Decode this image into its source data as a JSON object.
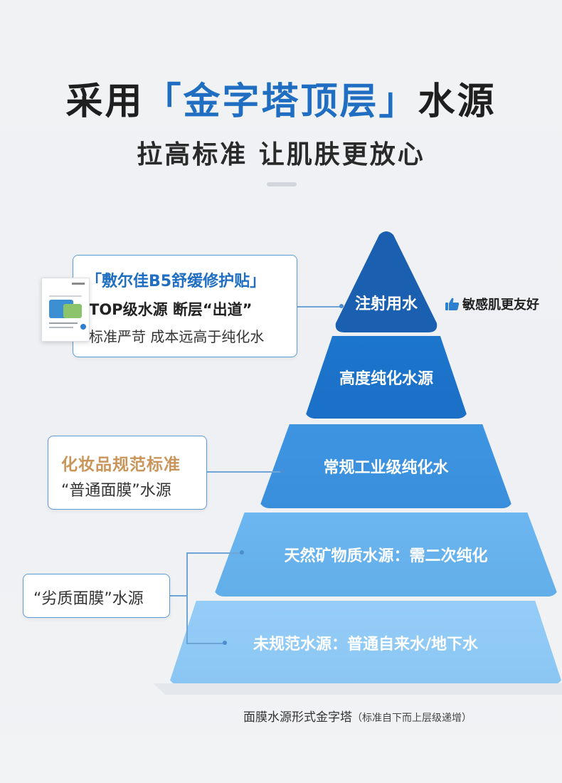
{
  "header": {
    "title_pre": "采用",
    "title_highlight": "「金字塔顶层」",
    "title_post": "水源",
    "subtitle": "拉高标准 让肌肤更放心"
  },
  "pyramid": {
    "tiers": [
      {
        "label": "注射用水"
      },
      {
        "label": "高度纯化水源"
      },
      {
        "label": "常规工业级纯化水"
      },
      {
        "label": "天然矿物质水源：需二次纯化"
      },
      {
        "label": "未规范水源：普通自来水/地下水"
      }
    ]
  },
  "callouts": {
    "top": {
      "title": "「敷尔佳B5舒缓修护贴」",
      "line2": "TOP级水源 断层“出道”",
      "line3": "标准严苛 成本远高于纯化水"
    },
    "middle": {
      "title": "化妆品规范标准",
      "line2": "“普通面膜”水源"
    },
    "bottom": {
      "line2": "“劣质面膜”水源"
    }
  },
  "badge": {
    "label": "敏感肌更友好",
    "icon": "thumbs-up-icon"
  },
  "caption": {
    "main": "面膜水源形式金字塔",
    "note": "（标准自下而上层级递增）"
  },
  "colors": {
    "accent": "#1f6ec1",
    "gold": "#c9955a"
  }
}
